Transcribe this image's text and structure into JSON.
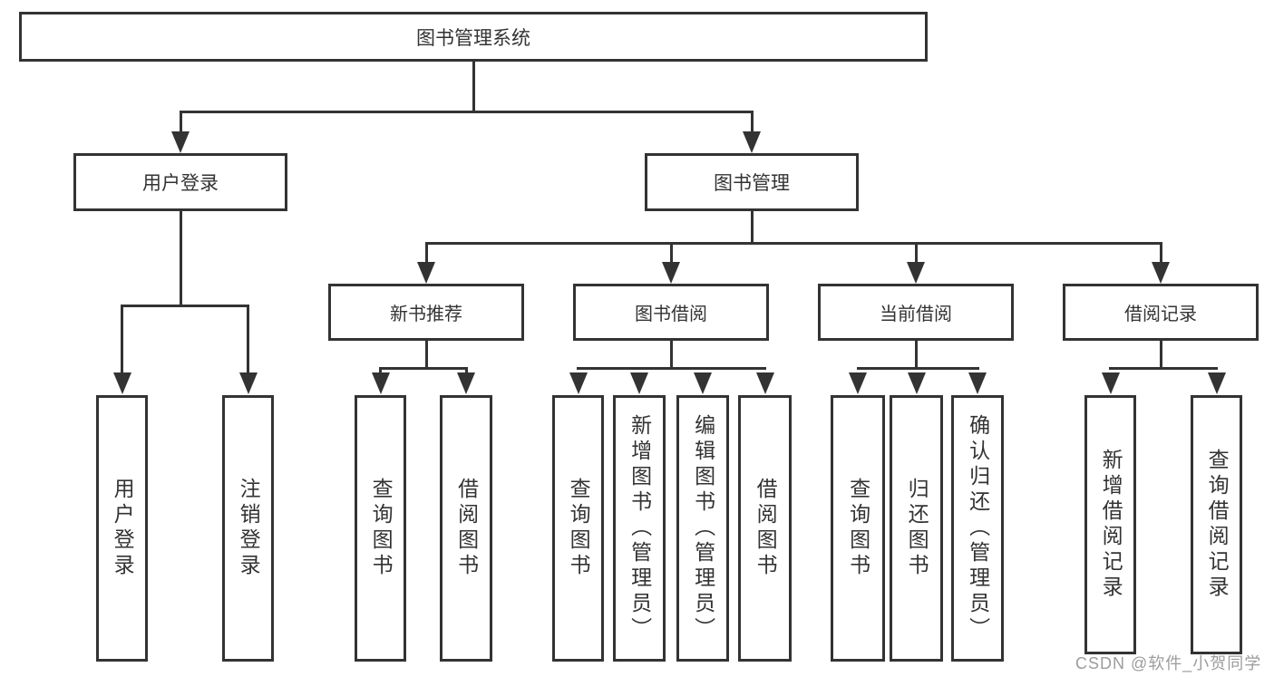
{
  "diagram": {
    "root": {
      "label": "图书管理系统"
    },
    "level1": {
      "user_login": {
        "label": "用户登录"
      },
      "book_management": {
        "label": "图书管理"
      }
    },
    "level2": {
      "new_book_recommend": {
        "label": "新书推荐"
      },
      "book_borrow": {
        "label": "图书借阅"
      },
      "current_borrow": {
        "label": "当前借阅"
      },
      "borrow_records": {
        "label": "借阅记录"
      }
    },
    "leaves": {
      "user_login": {
        "label": "用户登录"
      },
      "logout_login": {
        "label": "注销登录"
      },
      "recommend_query_books": {
        "label": "查询图书"
      },
      "recommend_borrow_books": {
        "label": "借阅图书"
      },
      "borrow_query_books": {
        "label": "查询图书"
      },
      "borrow_add_books_admin": {
        "label": "新增图书（管理员）"
      },
      "borrow_edit_books_admin": {
        "label": "编辑图书（管理员）"
      },
      "borrow_borrow_books": {
        "label": "借阅图书"
      },
      "current_query_books": {
        "label": "查询图书"
      },
      "current_return_books": {
        "label": "归还图书"
      },
      "current_confirm_return_admin": {
        "label": "确认归还（管理员）"
      },
      "records_add_borrow_record": {
        "label": "新增借阅记录"
      },
      "records_query_borrow_record": {
        "label": "查询借阅记录"
      }
    }
  },
  "watermark": {
    "text": "CSDN @软件_小贺同学",
    "color": "#9c9c9c"
  },
  "colors": {
    "line": "#333333",
    "text": "#333333",
    "box_background": "#ffffff",
    "page_background": "#ffffff"
  }
}
